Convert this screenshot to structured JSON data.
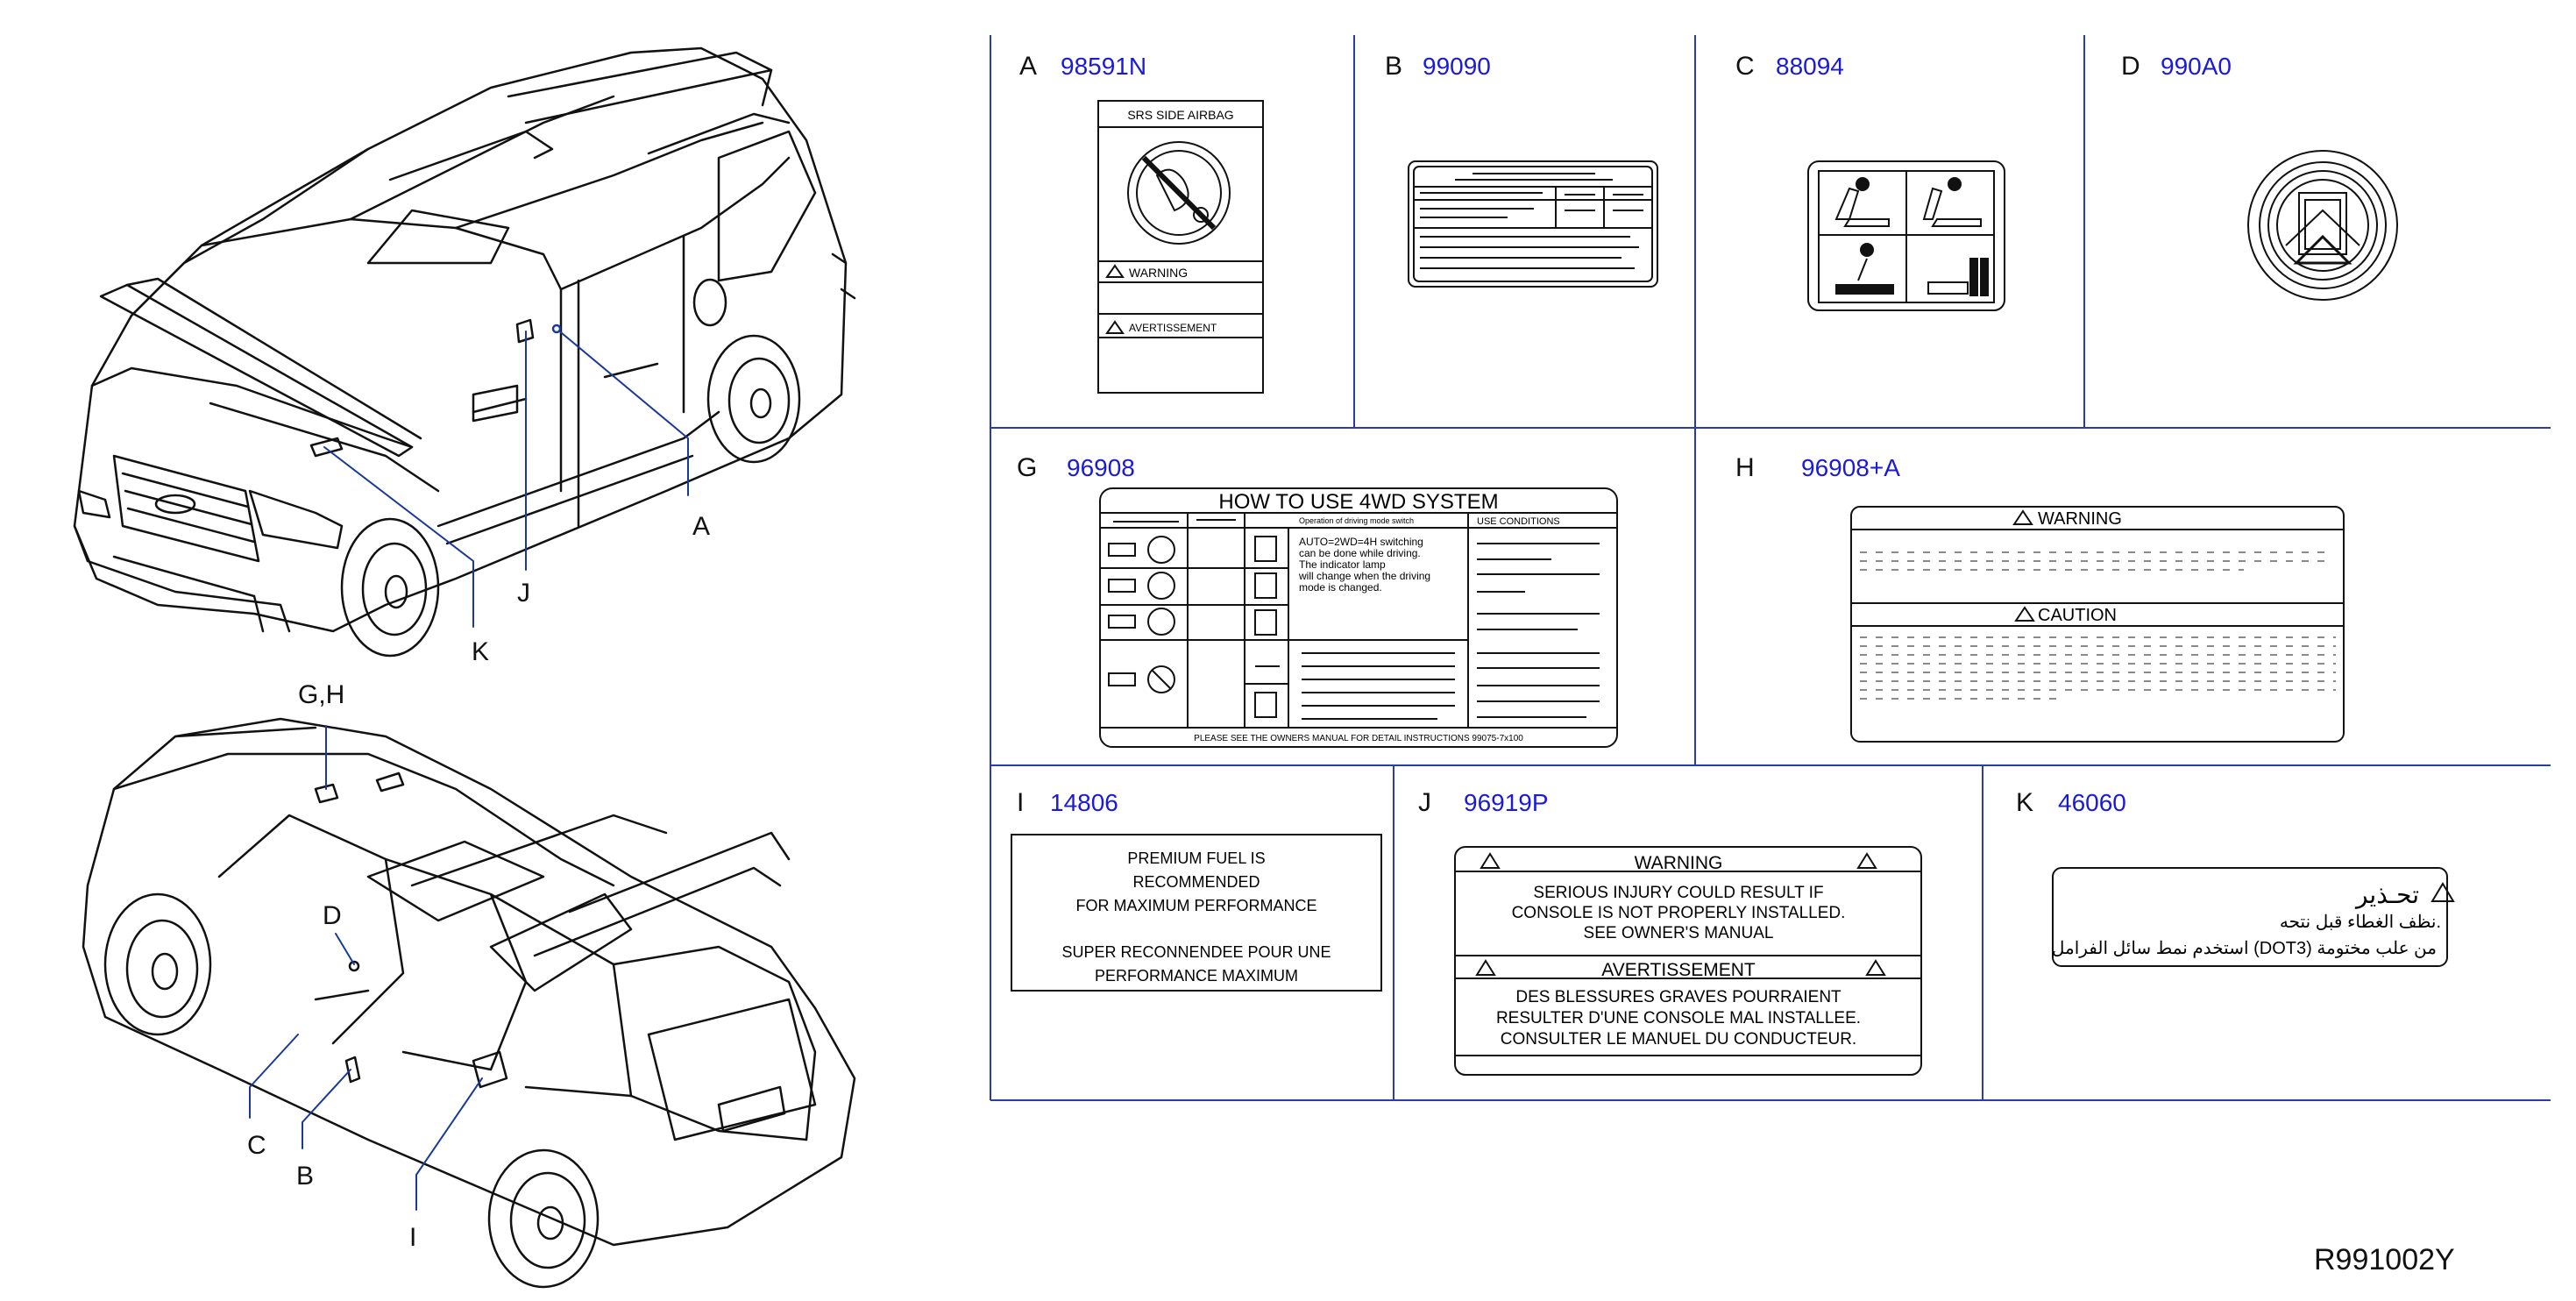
{
  "callouts": {
    "A": "A",
    "J": "J",
    "K": "K",
    "GH": "G,H",
    "D": "D",
    "C": "C",
    "B": "B",
    "I": "I"
  },
  "cells": {
    "A": {
      "letter": "A",
      "part": "98591N"
    },
    "B": {
      "letter": "B",
      "part": "99090"
    },
    "C": {
      "letter": "C",
      "part": "88094"
    },
    "D": {
      "letter": "D",
      "part": "990A0"
    },
    "G": {
      "letter": "G",
      "part": "96908"
    },
    "H": {
      "letter": "H",
      "part": "96908+A"
    },
    "I": {
      "letter": "I",
      "part": "14806"
    },
    "J": {
      "letter": "J",
      "part": "96919P"
    },
    "K": {
      "letter": "K",
      "part": "46060"
    }
  },
  "labelA": {
    "title": "SRS    SIDE    AIRBAG",
    "warning": "WARNING",
    "avert": "AVERTISSEMENT"
  },
  "labelG": {
    "title": "HOW  TO  USE  4WD  SYSTEM",
    "col_operation": "Operation   of   driving   mode   switch",
    "col_use": "USE   CONDITIONS",
    "text1": "AUTO=2WD=4H  switching",
    "text2": "can    be    done    while driving.",
    "text3": "The indicator   lamp",
    "text4": "will change    when    the driving",
    "text5": "mode is changed.",
    "footer": "PLEASE   SEE   THE   OWNERS   MANUAL   FOR   DETAIL   INSTRUCTIONS  99075-7x100"
  },
  "labelH": {
    "warning": "WARNING",
    "caution": "CAUTION"
  },
  "labelI": {
    "l1": "PREMIUM   FUEL   IS",
    "l2": "RECOMMENDED",
    "l3": "FOR  MAXIMUM  PERFORMANCE",
    "l4": "SUPER  RECONNENDEE  POUR  UNE",
    "l5": "PERFORMANCE  MAXIMUM"
  },
  "labelJ": {
    "warning": "WARNING",
    "l1": "SERIOUS   INJURY   COULD   RESULT   IF",
    "l2": "CONSOLE   IS   NOT   PROPERLY   INSTALLED.",
    "l3": "SEE   OWNER'S   MANUAL",
    "avert": "AVERTISSEMENT",
    "l4": "DES   BLESSURES   GRAVES   POURRAIENT",
    "l5": "RESULTER  D'UNE  CONSOLE  MAL  INSTALLEE.",
    "l6": "CONSULTER   LE   MANUEL   DU   CONDUCTEUR."
  },
  "labelK": {
    "title": "تحـذير",
    "l1": "نظف الغطاء قبل نتحه.",
    "l2": "استخدم نمط سائل الفرامل (DOT3) من علب مختومة"
  },
  "diagram_ref": "R991002Y"
}
